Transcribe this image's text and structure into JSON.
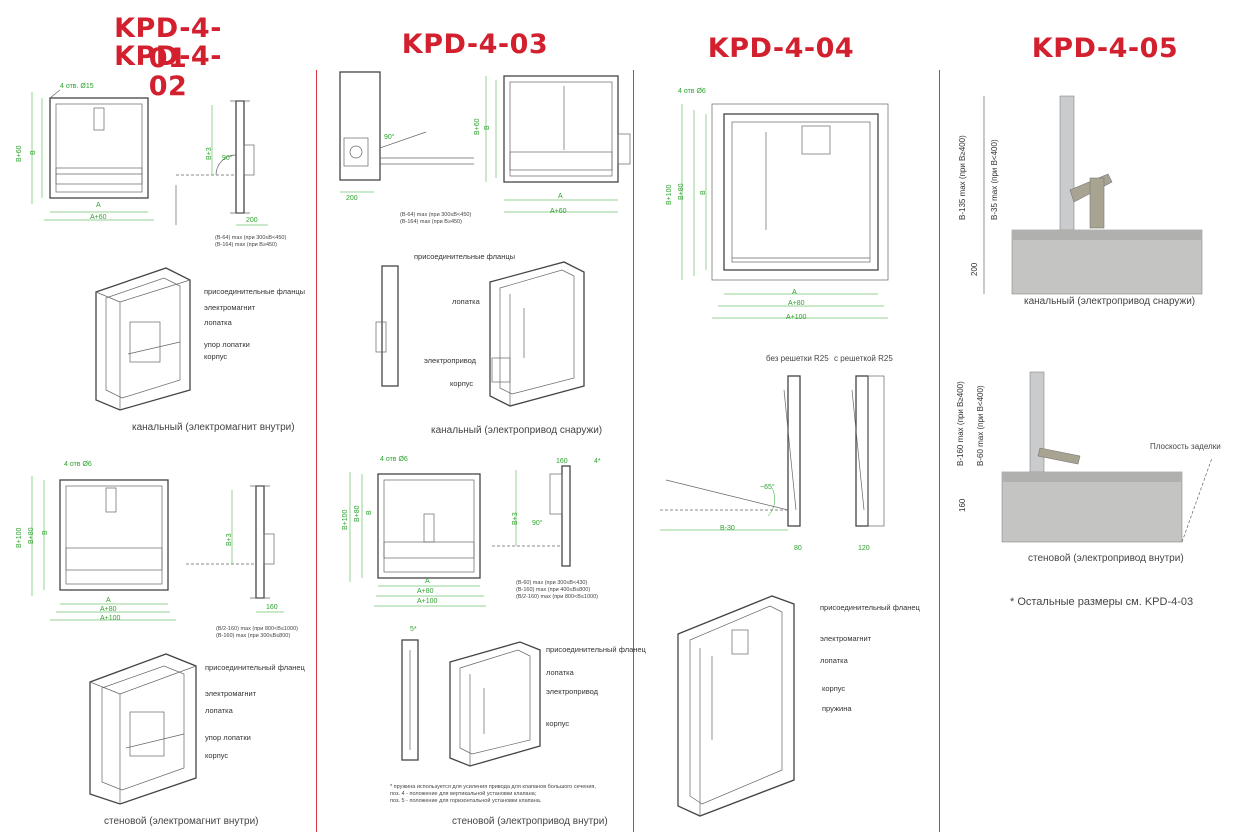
{
  "titles": {
    "kpd_01_02_line1": "KPD-4-01",
    "kpd_01_02_line2": "KPD-4-02",
    "kpd_03": "KPD-4-03",
    "kpd_04": "KPD-4-04",
    "kpd_05": "KPD-4-05"
  },
  "captions": {
    "c1_channel": "канальный (электромагнит внутри)",
    "c1_wall": "стеновой (электромагнит внутри)",
    "c2_channel": "канальный (электропривод снаружи)",
    "c2_wall": "стеновой (электропривод внутри)",
    "c4_channel": "канальный (электропривод снаружи)",
    "c4_wall": "стеновой (электропривод внутри)",
    "c4_note": "* Остальные размеры см. KPD-4-03"
  },
  "labels": {
    "flanges": "присоединительные фланцы",
    "flange": "присоединительный фланец",
    "electromagnet": "электромагнит",
    "blade": "лопатка",
    "blade_stop": "упор лопатки",
    "body": "корпус",
    "actuator": "электропривод",
    "spring": "пружина",
    "no_grid": "без решетки R25",
    "with_grid": "с решеткой R25",
    "embed_plane": "Плоскость заделки",
    "flange_wrap": "присоединительный фланец"
  },
  "dims": {
    "holes_15": "4 отв. Ø15",
    "holes_6": "4 отв Ø6",
    "holes_6b": "4 отв. Ø6",
    "a": "A",
    "a60": "A+60",
    "a80": "A+80",
    "a100": "A+100",
    "b": "B",
    "b60": "B+60",
    "b80": "B+80",
    "b100": "B+100",
    "b3": "B+3",
    "b30": "B-30",
    "d200": "200",
    "d160": "160",
    "d80": "80",
    "d120": "120",
    "ang90": "90°",
    "ang65": "~65°",
    "star": "4*",
    "five": "5*",
    "k05_top": "B-135 max (при B≥400)",
    "k05_top2": "B-35 max (при B<400)",
    "k05_mid": "B-160 max (при B≥400)",
    "k05_mid2": "B-60 max (при B<400)",
    "d200b": "200",
    "d160b": "160"
  },
  "notes": {
    "n1a": "(B-64) max (при 300≤B<450)",
    "n1b": "(B-164) max (при B≥450)",
    "n2a": "(B-64) max (при 300≤B<450)",
    "n2b": "(B-164) max (при B≥450)",
    "n3a": "(B/2-160) max (при 800<B≤1000)",
    "n3b": "(B-160) max (при 300≤B≤800)",
    "n4a": "(B-60) max (при 300≤B<430)",
    "n4b": "(B-160) max (при 400≤B≤800)",
    "n4c": "(B/2-160) max (при 800<B≤1000)",
    "foot1": "* пружина используется для усиления привода для клапанов большого сечения,",
    "foot2": "поз. 4 - положение для вертикальной установки клапана;",
    "foot3": "поз. 5 - положение для горизонтальной установки клапана."
  }
}
